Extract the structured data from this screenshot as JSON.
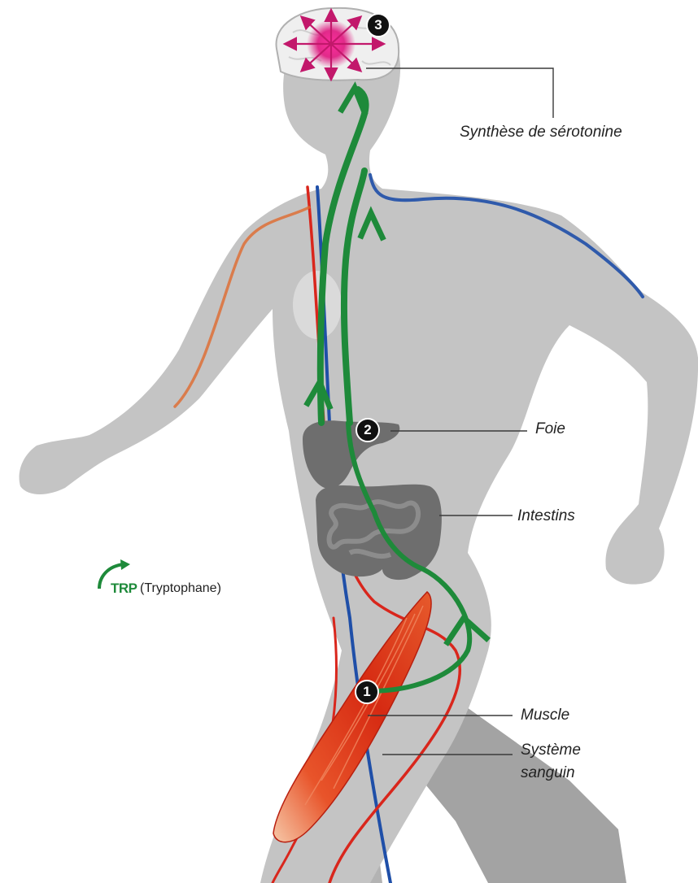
{
  "labels": {
    "serotonin": "Synthèse de sérotonine",
    "liver": "Foie",
    "intestines": "Intestins",
    "muscle": "Muscle",
    "blood_line1": "Système",
    "blood_line2": "sanguin"
  },
  "steps": [
    "1",
    "2",
    "3"
  ],
  "legend": {
    "abbr": "TRP",
    "full": "(Tryptophane)",
    "icon": "curved-arrow-icon"
  },
  "colors": {
    "body": "#c4c4c4",
    "tryptophan_path": "#1e8a3a",
    "artery": "#d9261c",
    "vein": "#1f4fa8",
    "organ": "#6e6e6e",
    "brain": "#efefef",
    "serotonin_glow": "#e0157f"
  }
}
